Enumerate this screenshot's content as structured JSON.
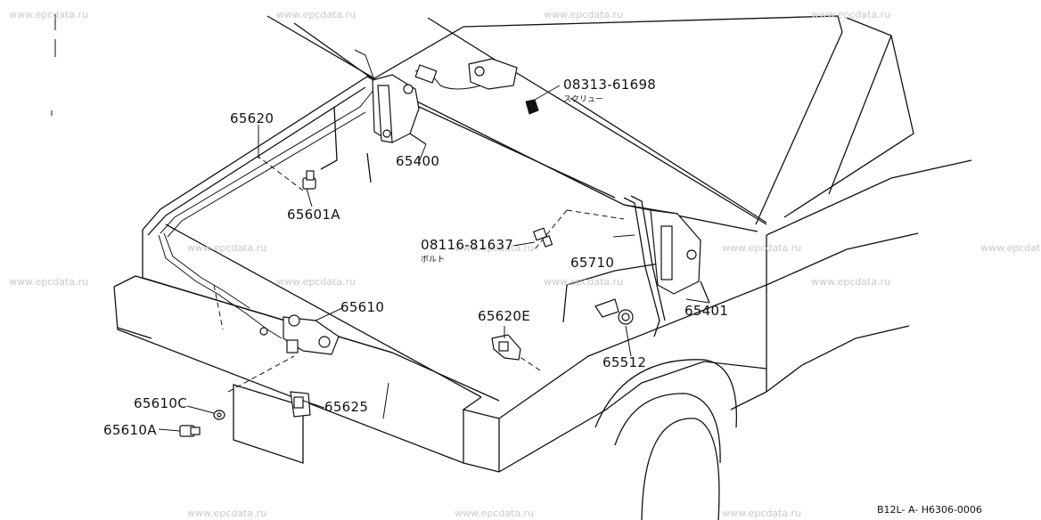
{
  "watermark": "www.epcdata.ru",
  "parts": {
    "p65620": "65620",
    "p65400": "65400",
    "p65601A": "65601A",
    "p08313": "08313-61698",
    "p08313_sub": "スクリュー",
    "p08116": "08116-81637",
    "p08116_sub": "ボルト",
    "p65710": "65710",
    "p65401": "65401",
    "p65610": "65610",
    "p65620E": "65620E",
    "p65512": "65512",
    "p65610C": "65610C",
    "p65610A": "65610A",
    "p65625": "65625"
  },
  "diagram_code": "B12L- A- H6306-0006"
}
